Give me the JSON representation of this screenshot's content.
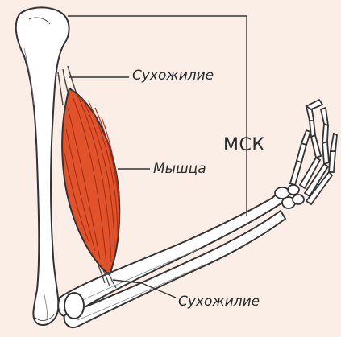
{
  "labels": {
    "tendon_top": "Сухожилие",
    "muscle": "Мышца",
    "msk": "МСК",
    "tendon_bottom": "Сухожилие"
  },
  "colors": {
    "background": "#fbeee6",
    "bone_fill": "#ffffff",
    "outline": "#333333",
    "muscle": "#e0522a",
    "muscle_fiber": "#a82f16"
  }
}
